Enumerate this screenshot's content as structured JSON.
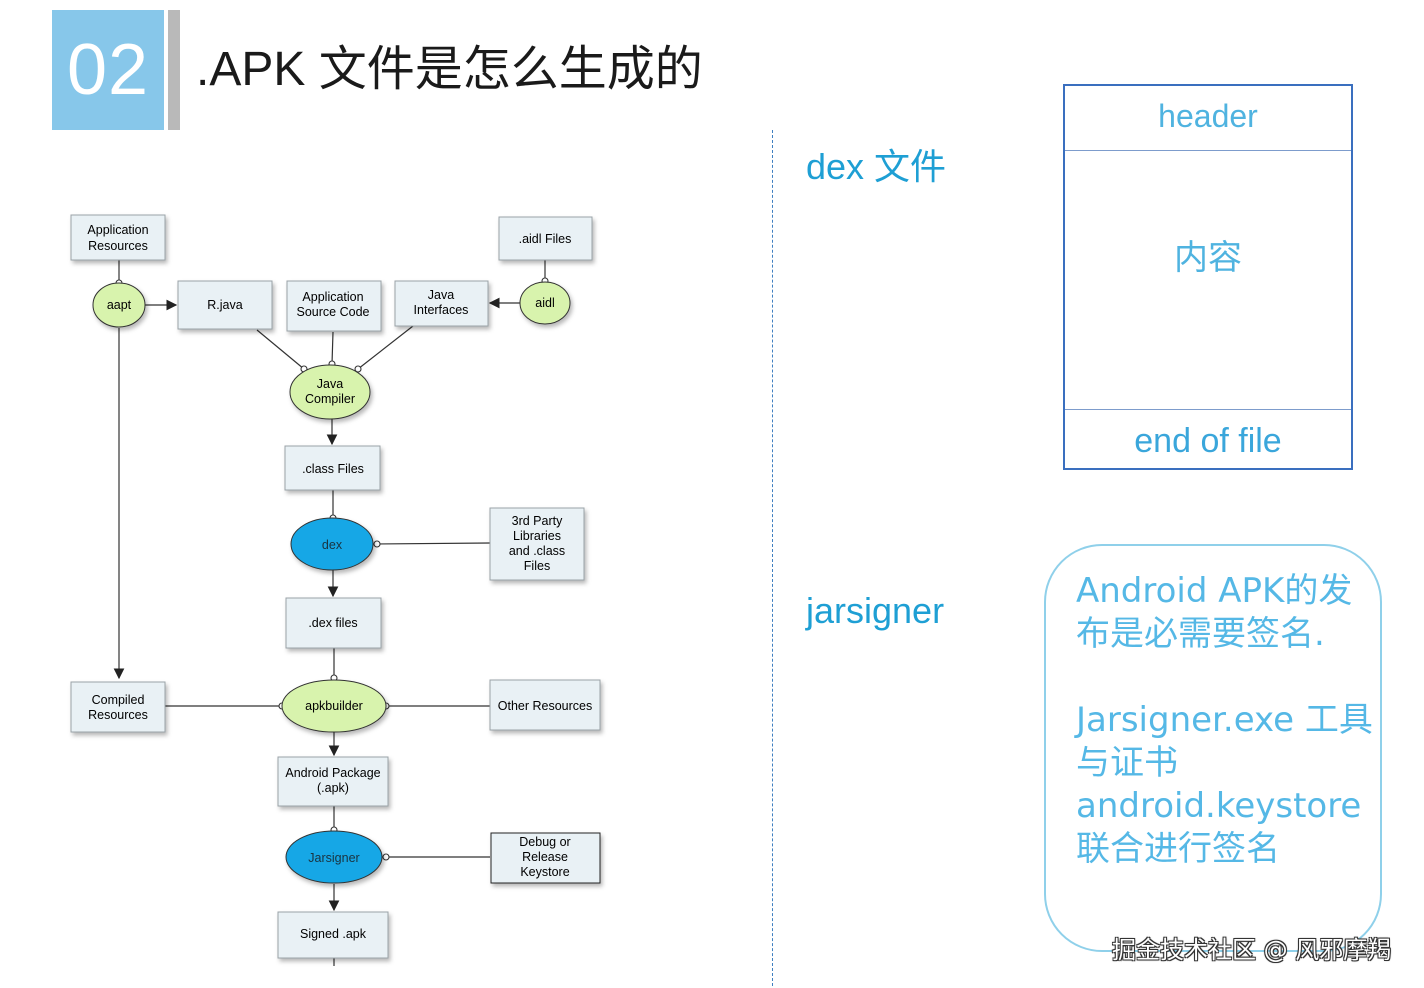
{
  "header": {
    "number": "02",
    "title": ".APK 文件是怎么生成的"
  },
  "diagram": {
    "nodes": {
      "app_resources": [
        "Application",
        "Resources"
      ],
      "aidl_files": [
        ".aidl Files"
      ],
      "aapt": [
        "aapt"
      ],
      "rjava": [
        "R.java"
      ],
      "app_source": [
        "Application",
        "Source Code"
      ],
      "java_interfaces": [
        "Java",
        "Interfaces"
      ],
      "aidl": [
        "aidl"
      ],
      "java_compiler": [
        "Java",
        "Compiler"
      ],
      "class_files": [
        ".class Files"
      ],
      "dex": [
        "dex"
      ],
      "third_party": [
        "3rd Party",
        "Libraries",
        "and .class",
        "Files"
      ],
      "dex_files": [
        ".dex files"
      ],
      "compiled_resources": [
        "Compiled",
        "Resources"
      ],
      "apkbuilder": [
        "apkbuilder"
      ],
      "other_resources": [
        "Other Resources"
      ],
      "android_package": [
        "Android Package",
        "(.apk)"
      ],
      "jarsigner": [
        "Jarsigner"
      ],
      "keystore": [
        "Debug or",
        "Release",
        "Keystore"
      ],
      "signed_apk": [
        "Signed .apk"
      ]
    }
  },
  "right": {
    "dex_label": "dex 文件",
    "jarsigner_label": "jarsigner",
    "dex_box": {
      "header": "header",
      "content": "内容",
      "footer": "end of file"
    },
    "note": "Android APK的发布是必需要签名.\n\nJarsigner.exe 工具与证书android.keystore联合进行签名"
  },
  "watermark": "掘金技术社区 @ 风邪摩羯",
  "colors": {
    "badge": "#87c7ea",
    "accent_text": "#1e9fd4",
    "box_fill": "#e9f1f5",
    "oval_green": "#d8f3ad",
    "oval_blue": "#16a7e6"
  }
}
